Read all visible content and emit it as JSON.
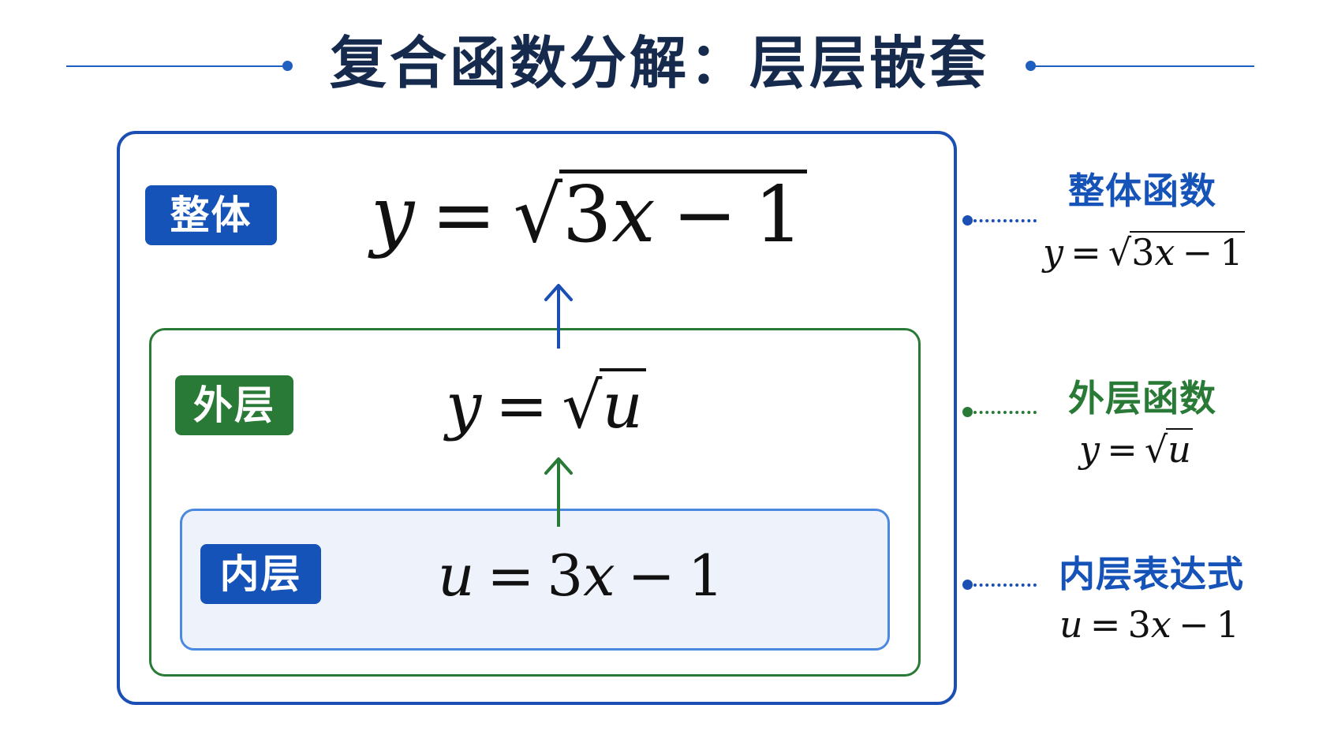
{
  "title": "复合函数分解：层层嵌套",
  "badges": {
    "whole": "整体",
    "outer": "外层",
    "inner": "内层"
  },
  "formulas": {
    "whole": {
      "lhs": "y",
      "eq": "=",
      "radical": "√",
      "radicand_a": "3",
      "radicand_var": "x",
      "radicand_op": "−",
      "radicand_b": "1"
    },
    "outer": {
      "lhs": "y",
      "eq": "=",
      "radical": "√",
      "radicand_var": "u"
    },
    "inner": {
      "lhs": "u",
      "eq": "=",
      "coef": "3",
      "var": "x",
      "op": "−",
      "const": "1"
    }
  },
  "side_labels": {
    "whole": {
      "title": "整体函数"
    },
    "outer": {
      "title": "外层函数"
    },
    "inner": {
      "title": "内层表达式"
    }
  },
  "colors": {
    "blue": "#1b4fb4",
    "green": "#2a7a37",
    "light_blue": "#4b88e0",
    "title_dark": "#152a4d"
  }
}
